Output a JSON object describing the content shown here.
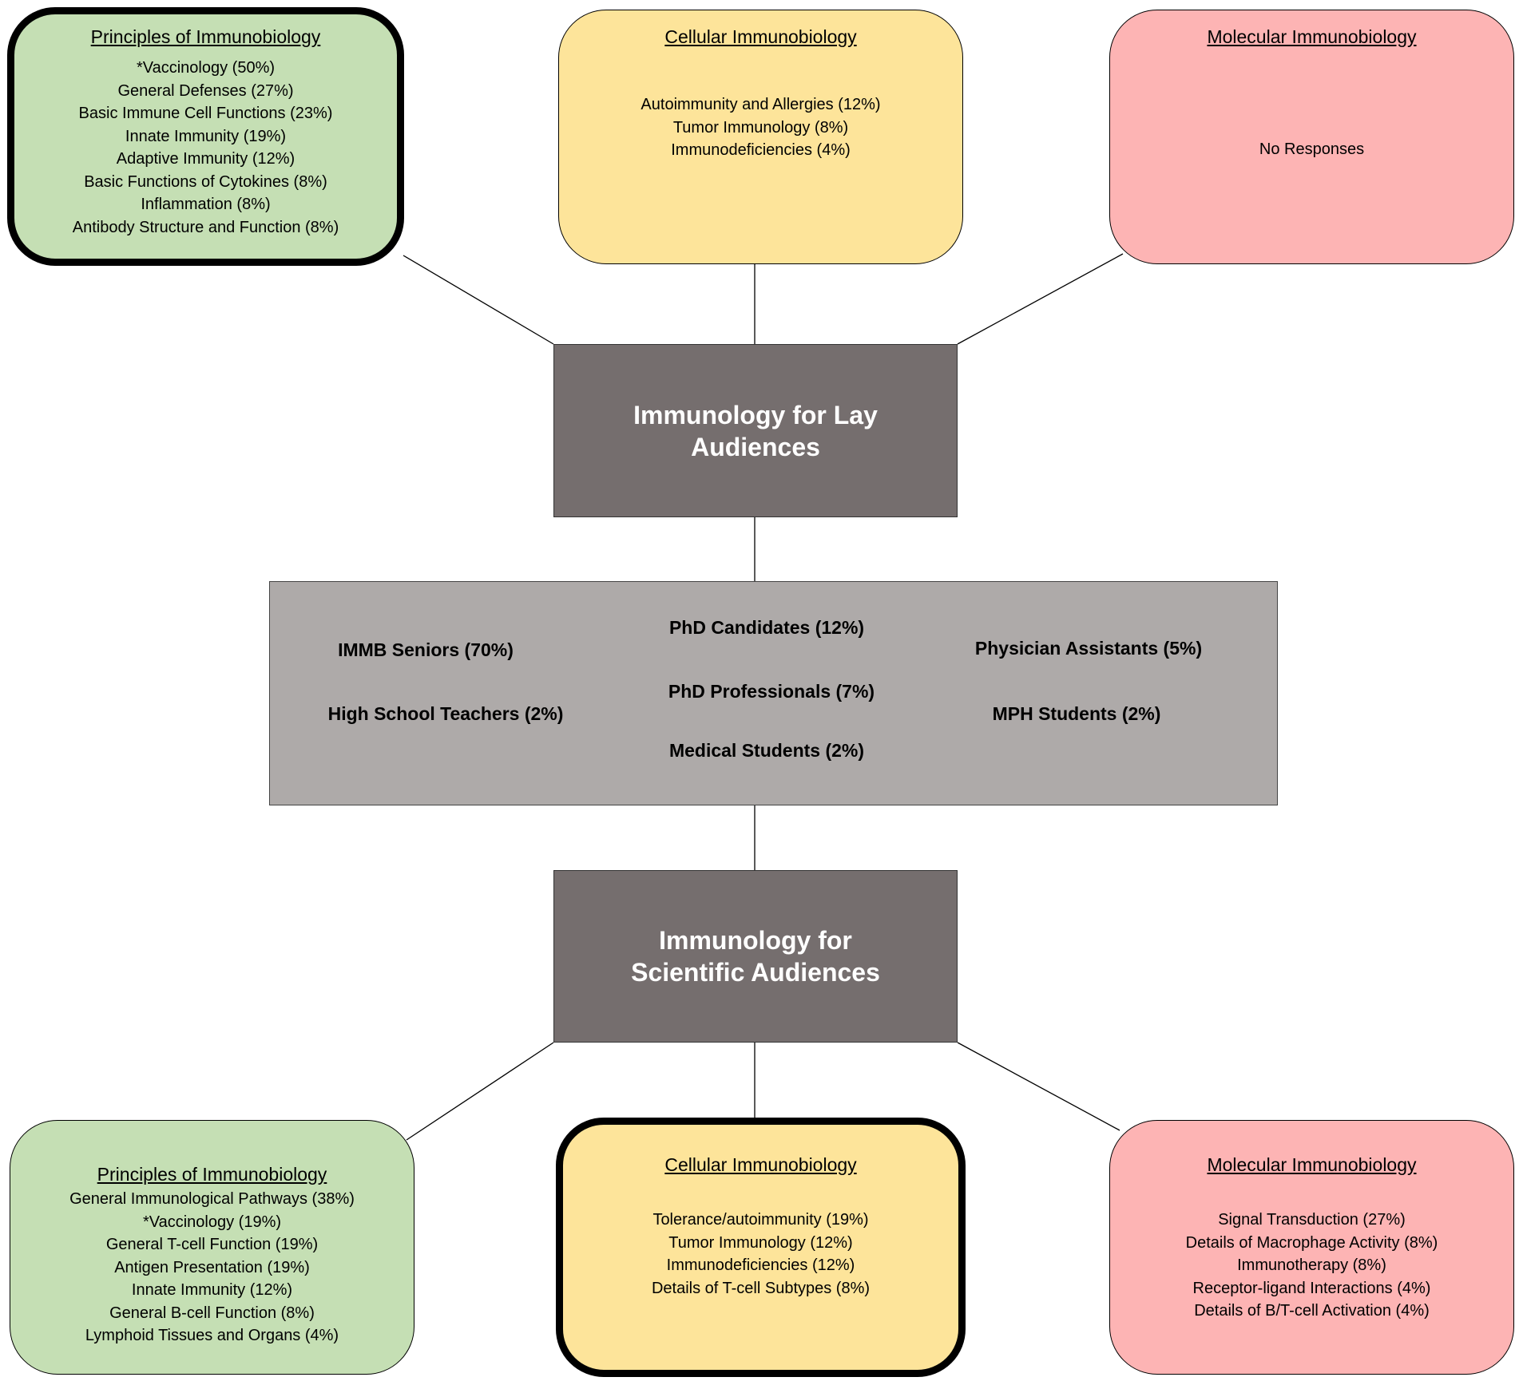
{
  "lay_audiences": {
    "title": "Immunology for Lay Audiences",
    "principles": {
      "heading": "Principles of Immunobiology",
      "items": [
        "*Vaccinology (50%)",
        "General Defenses (27%)",
        "Basic Immune Cell Functions (23%)",
        "Innate Immunity (19%)",
        "Adaptive Immunity (12%)",
        "Basic Functions of Cytokines (8%)",
        "Inflammation (8%)",
        "Antibody Structure and Function (8%)"
      ]
    },
    "cellular": {
      "heading": "Cellular Immunobiology",
      "items": [
        "Autoimmunity and Allergies (12%)",
        "Tumor Immunology (8%)",
        "Immunodeficiencies (4%)"
      ]
    },
    "molecular": {
      "heading": "Molecular Immunobiology",
      "note": "No Responses"
    }
  },
  "audience": {
    "immb_seniors": "IMMB Seniors (70%)",
    "high_school_teachers": "High School Teachers (2%)",
    "phd_candidates": "PhD Candidates (12%)",
    "phd_professionals": "PhD Professionals (7%)",
    "medical_students": "Medical Students (2%)",
    "physician_assistants": "Physician Assistants (5%)",
    "mph_students": "MPH Students (2%)"
  },
  "scientific_audiences": {
    "title": "Immunology for Scientific Audiences",
    "principles": {
      "heading": "Principles of Immunobiology",
      "items": [
        "General Immunological Pathways (38%)",
        "*Vaccinology (19%)",
        "General T-cell Function (19%)",
        "Antigen Presentation (19%)",
        "Innate Immunity (12%)",
        "General B-cell Function (8%)",
        "Lymphoid Tissues and Organs (4%)"
      ]
    },
    "cellular": {
      "heading": "Cellular Immunobiology",
      "items": [
        "Tolerance/autoimmunity (19%)",
        "Tumor Immunology (12%)",
        "Immunodeficiencies (12%)",
        "Details of T-cell Subtypes (8%)"
      ]
    },
    "molecular": {
      "heading": "Molecular Immunobiology",
      "items": [
        "Signal Transduction (27%)",
        "Details of Macrophage Activity (8%)",
        "Immunotherapy (8%)",
        "Receptor-ligand Interactions (4%)",
        "Details of B/T-cell Activation (4%)"
      ]
    }
  }
}
